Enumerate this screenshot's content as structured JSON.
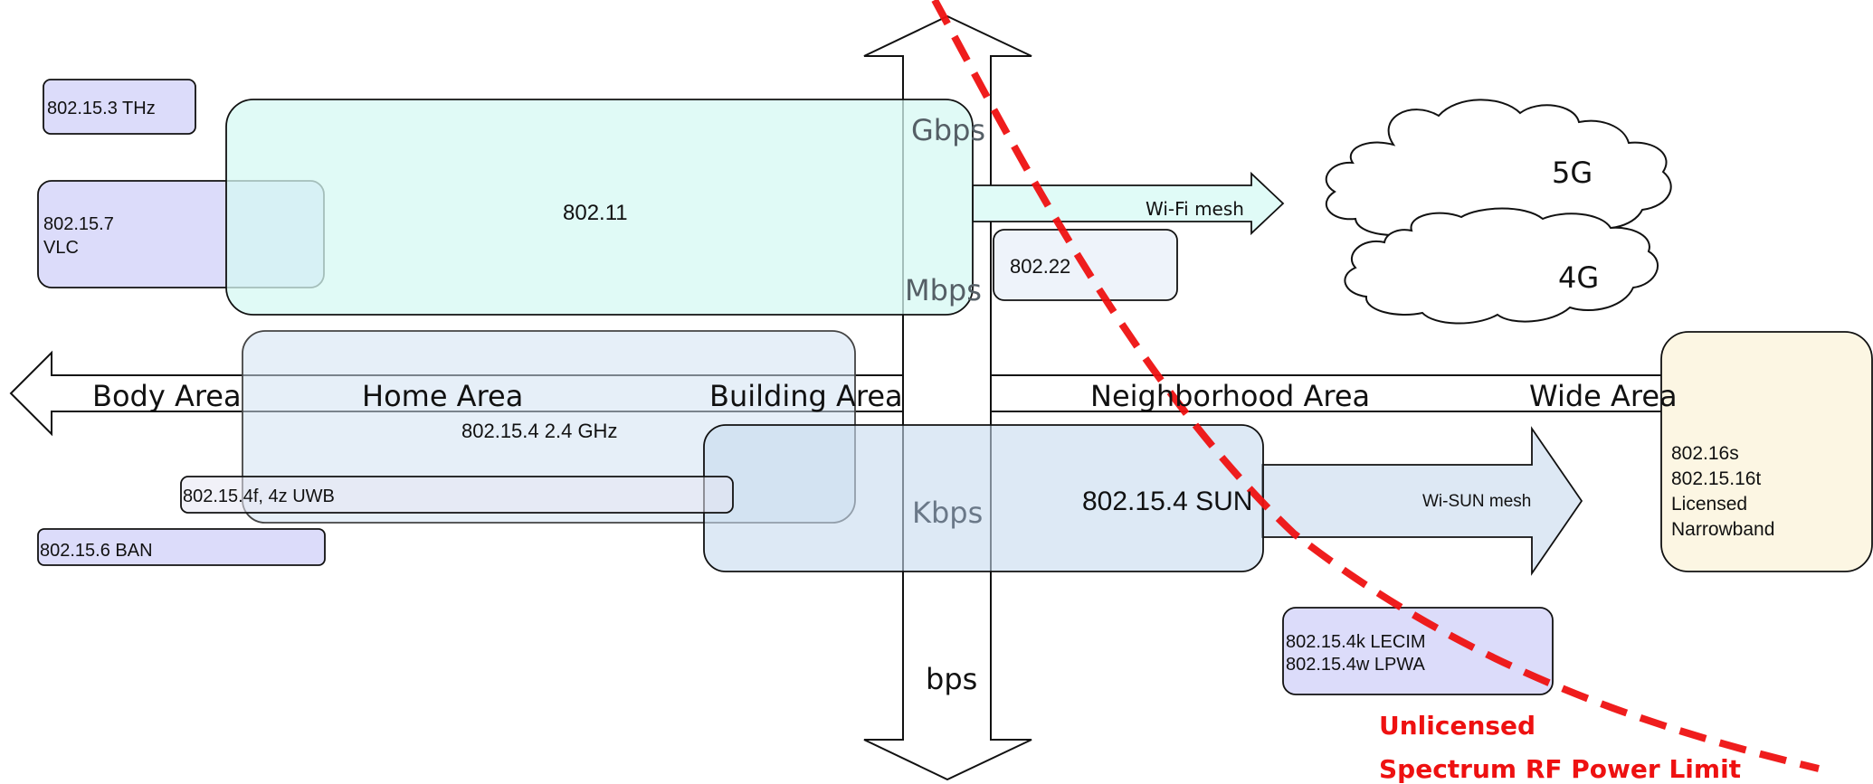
{
  "axes": {
    "horizontal": {
      "labels": {
        "body": "Body Area",
        "home": "Home Area",
        "building": "Building Area",
        "neighborhood": "Neighborhood Area",
        "wide": "Wide Area"
      }
    },
    "vertical": {
      "labels": {
        "gbps": "Gbps",
        "mbps": "Mbps",
        "kbps": "Kbps",
        "bps": "bps"
      }
    }
  },
  "standards": {
    "thz": "802.15.3 THz",
    "vlc_line1": "802.15.7",
    "vlc_line2": "VLC",
    "wifi": "802.11",
    "wran": "802.22",
    "lowrate_24": "802.15.4 2.4 GHz",
    "uwb": "802.15.4f, 4z UWB",
    "ban": "802.15.6 BAN",
    "sun": "802.15.4 SUN",
    "lecim": "802.15.4k LECIM",
    "lpwa": "802.15.4w LPWA",
    "wide_line1": "802.16s",
    "wide_line2": "802.15.16t",
    "wide_line3": "Licensed",
    "wide_line4": "Narrowband"
  },
  "mesh": {
    "wifi": "Wi-Fi mesh",
    "wisun": "Wi-SUN mesh"
  },
  "cellular": {
    "g5": "5G",
    "g4": "4G"
  },
  "rf_limit": {
    "line1": "Unlicensed",
    "line2": "Spectrum RF Power Limit"
  },
  "colors": {
    "lavender": "#dcdcfa",
    "cyan": "#e0fbf7",
    "lightblue": "#dde8f4",
    "sunblue": "#d8e6f2",
    "wran": "#eef3fa",
    "cream": "#fcf6e3",
    "limit_red": "#ee1111",
    "stroke": "#111111"
  }
}
